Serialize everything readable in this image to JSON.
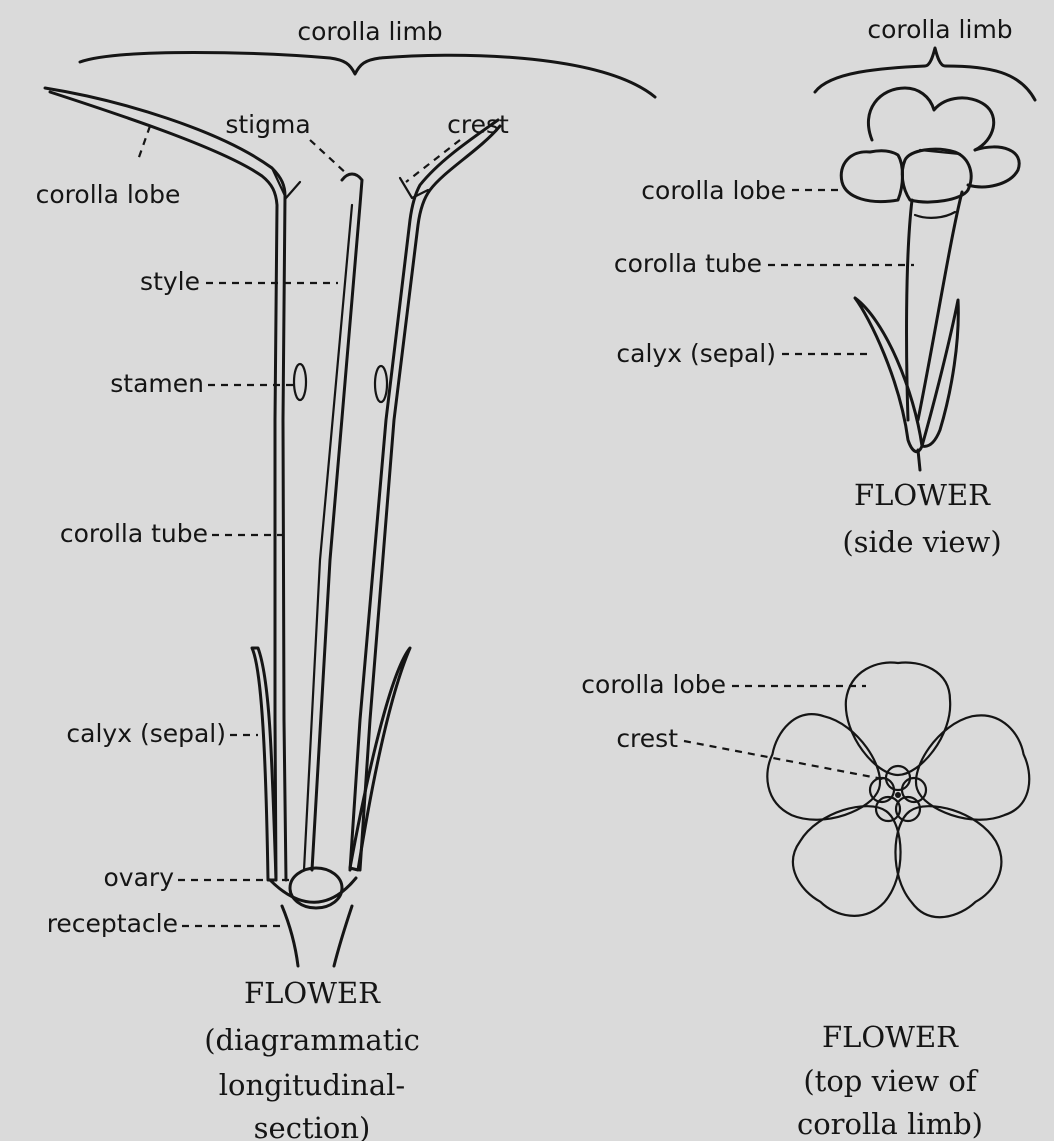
{
  "left_figure": {
    "labels": {
      "corolla_limb": "corolla limb",
      "stigma": "stigma",
      "crest": "crest",
      "corolla_lobe": "corolla lobe",
      "style": "style",
      "stamen": "stamen",
      "corolla_tube": "corolla tube",
      "calyx": "calyx (sepal)",
      "ovary": "ovary",
      "receptacle": "receptacle"
    },
    "caption": [
      "FLOWER",
      "(diagrammatic",
      "longitudinal-",
      "section)"
    ]
  },
  "side_figure": {
    "labels": {
      "corolla_limb": "corolla limb",
      "corolla_lobe": "corolla lobe",
      "corolla_tube": "corolla tube",
      "calyx": "calyx (sepal)"
    },
    "caption": [
      "FLOWER",
      "(side view)"
    ]
  },
  "top_figure": {
    "labels": {
      "corolla_lobe": "corolla lobe",
      "crest": "crest"
    },
    "caption": [
      "FLOWER",
      "(top view of",
      "corolla limb)"
    ]
  }
}
